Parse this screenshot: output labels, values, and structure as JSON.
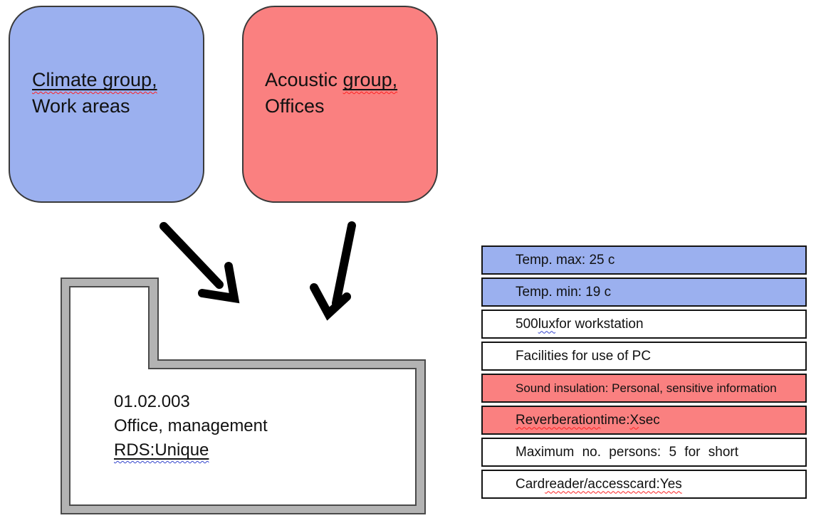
{
  "palette": {
    "box_blue": "#9bb0ef",
    "box_red": "#fa8080",
    "row_blue": "#9bb0ef",
    "row_red": "#fa8080",
    "row_white": "#ffffff",
    "wall_gray": "#b3b3b3",
    "wall_edge": "#4a4a4a",
    "arrow_black": "#000000",
    "squiggle_red": "#ff2222",
    "squiggle_blue": "#3344cc"
  },
  "climate_box": {
    "title_line1": "Climate group,",
    "title_line2": "Work areas"
  },
  "acoustic_box": {
    "title_line1_plain": "Acoustic ",
    "title_line1_marked": "group,",
    "title_line2": "Offices"
  },
  "room": {
    "id": "01.02.003",
    "name": "Office, management",
    "rds": "RDS:Unique"
  },
  "requirements_table": {
    "rows": [
      {
        "bg": "blue",
        "segs": [
          {
            "t": "Temp. max: 25 c"
          }
        ]
      },
      {
        "bg": "blue",
        "segs": [
          {
            "t": "Temp. min: 19 c"
          }
        ]
      },
      {
        "bg": "white",
        "segs": [
          {
            "t": "500 "
          },
          {
            "t": "lux",
            "u": "blue"
          },
          {
            "t": " for workstation"
          }
        ]
      },
      {
        "bg": "white",
        "segs": [
          {
            "t": "Facilities for use of PC"
          }
        ]
      },
      {
        "bg": "red",
        "small": true,
        "segs": [
          {
            "t": "Sound insulation: Personal, sensitive information"
          }
        ]
      },
      {
        "bg": "red",
        "segs": [
          {
            "t": "Reverberation",
            "u": "red"
          },
          {
            "t": " time: "
          },
          {
            "t": "X",
            "u": "red"
          },
          {
            "t": " sec"
          }
        ]
      },
      {
        "bg": "white",
        "wide": true,
        "segs": [
          {
            "t": "Maximum no. persons: 5 for short"
          }
        ]
      },
      {
        "bg": "white",
        "segs": [
          {
            "t": "Card "
          },
          {
            "t": "reader/access",
            "u": "red"
          },
          {
            "t": " "
          },
          {
            "t": "card:",
            "u": "red"
          },
          {
            "t": " "
          },
          {
            "t": "Yes",
            "u": "red"
          }
        ]
      }
    ]
  }
}
